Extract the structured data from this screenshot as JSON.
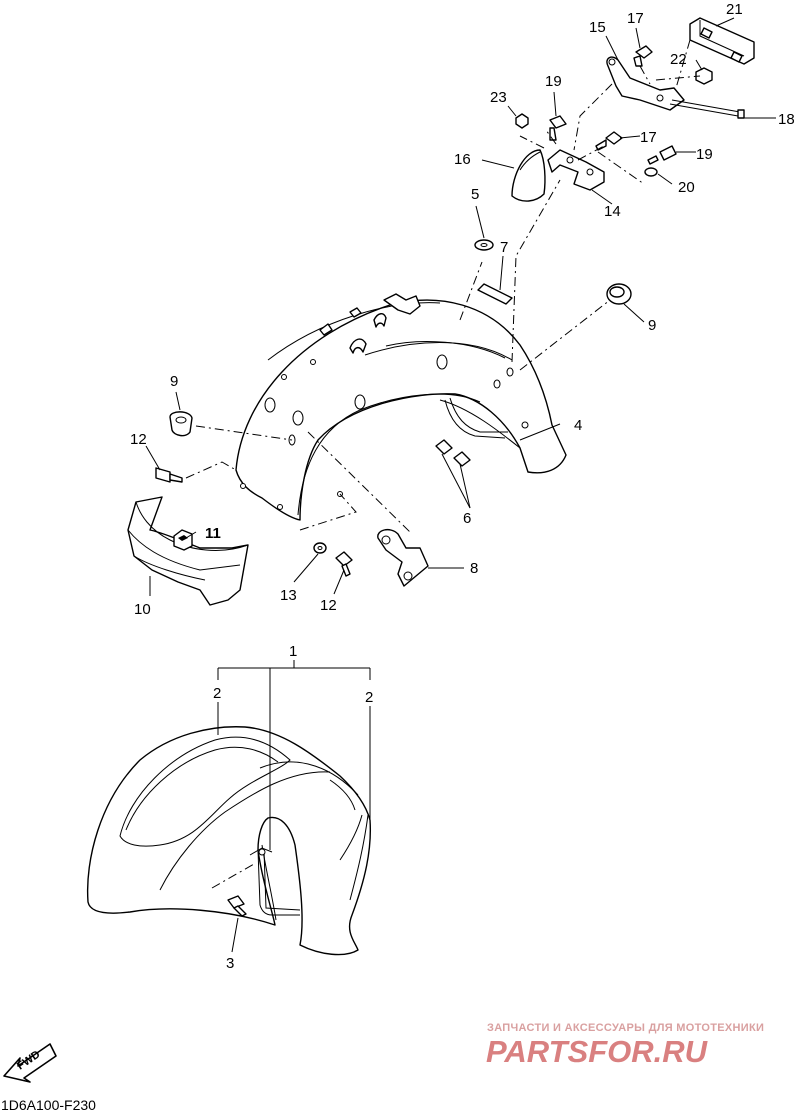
{
  "diagram_code": "1D6A100-F230",
  "fwd_label": "FWD",
  "watermark": {
    "line1": "ЗАПЧАСТИ И АКСЕССУАРЫ ДЛЯ МОТОТЕХНИКИ",
    "line2": "PARTSFOR.RU"
  },
  "callouts": {
    "n1": "1",
    "n2a": "2",
    "n2b": "2",
    "n3": "3",
    "n4": "4",
    "n5": "5",
    "n6": "6",
    "n7": "7",
    "n8": "8",
    "n9a": "9",
    "n9b": "9",
    "n10": "10",
    "n11": "11",
    "n12a": "12",
    "n12b": "12",
    "n13": "13",
    "n14": "14",
    "n15": "15",
    "n16": "16",
    "n17a": "17",
    "n17b": "17",
    "n18": "18",
    "n19a": "19",
    "n19b": "19",
    "n20": "20",
    "n21": "21",
    "n22": "22",
    "n23": "23"
  },
  "colors": {
    "line": "#000000",
    "background": "#ffffff",
    "watermark": "#d98080"
  }
}
